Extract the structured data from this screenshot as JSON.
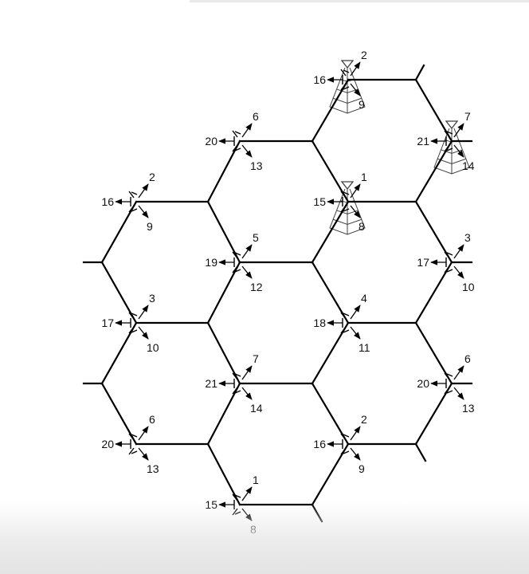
{
  "colors": {
    "line": "#000000",
    "background": "#ffffff"
  },
  "sites": [
    {
      "west": "16",
      "ne": "2",
      "se": "9"
    },
    {
      "west": "20",
      "ne": "6",
      "se": "13"
    },
    {
      "west": "21",
      "ne": "7",
      "se": "14"
    },
    {
      "west": "16",
      "ne": "2",
      "se": "9"
    },
    {
      "west": "15",
      "ne": "1",
      "se": "8"
    },
    {
      "west": "19",
      "ne": "5",
      "se": "12"
    },
    {
      "west": "17",
      "ne": "3",
      "se": "10"
    },
    {
      "west": "17",
      "ne": "3",
      "se": "10"
    },
    {
      "west": "18",
      "ne": "4",
      "se": "11"
    },
    {
      "west": "21",
      "ne": "7",
      "se": "14"
    },
    {
      "west": "20",
      "ne": "6",
      "se": "13"
    },
    {
      "west": "20",
      "ne": "6",
      "se": "13"
    },
    {
      "west": "16",
      "ne": "2",
      "se": "9"
    },
    {
      "west": "15",
      "ne": "1",
      "se": "8"
    }
  ],
  "towers": [
    {
      "icon": "cell-tower-icon"
    },
    {
      "icon": "cell-tower-icon"
    },
    {
      "icon": "cell-tower-icon"
    }
  ]
}
